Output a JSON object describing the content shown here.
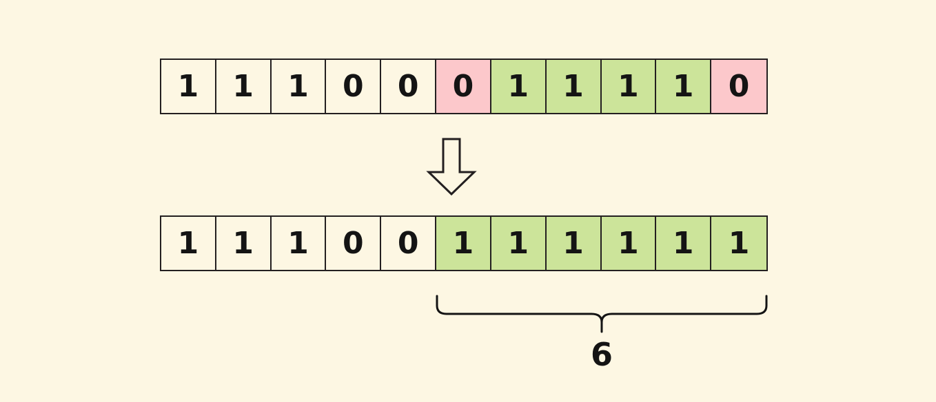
{
  "canvas": {
    "background_color": "#FDF7E3",
    "stroke_color": "#231f20",
    "text_color": "#141414"
  },
  "palette": {
    "highlight_flip": "#FCC8CB",
    "highlight_run": "#CCE49A",
    "neutral": "transparent"
  },
  "rows": {
    "before": {
      "name": "bit-array-before",
      "cells": [
        {
          "value": "1",
          "fill": "none"
        },
        {
          "value": "1",
          "fill": "none"
        },
        {
          "value": "1",
          "fill": "none"
        },
        {
          "value": "0",
          "fill": "none"
        },
        {
          "value": "0",
          "fill": "none"
        },
        {
          "value": "0",
          "fill": "pink"
        },
        {
          "value": "1",
          "fill": "green"
        },
        {
          "value": "1",
          "fill": "green"
        },
        {
          "value": "1",
          "fill": "green"
        },
        {
          "value": "1",
          "fill": "green"
        },
        {
          "value": "0",
          "fill": "pink"
        }
      ]
    },
    "after": {
      "name": "bit-array-after",
      "cells": [
        {
          "value": "1",
          "fill": "none"
        },
        {
          "value": "1",
          "fill": "none"
        },
        {
          "value": "1",
          "fill": "none"
        },
        {
          "value": "0",
          "fill": "none"
        },
        {
          "value": "0",
          "fill": "none"
        },
        {
          "value": "1",
          "fill": "green"
        },
        {
          "value": "1",
          "fill": "green"
        },
        {
          "value": "1",
          "fill": "green"
        },
        {
          "value": "1",
          "fill": "green"
        },
        {
          "value": "1",
          "fill": "green"
        },
        {
          "value": "1",
          "fill": "green"
        }
      ]
    }
  },
  "arrow": {
    "name": "down-arrow",
    "direction": "down"
  },
  "brace": {
    "name": "range-brace",
    "spans_cells": 6,
    "orientation": "underbrace"
  },
  "annotation": {
    "count": "6"
  }
}
